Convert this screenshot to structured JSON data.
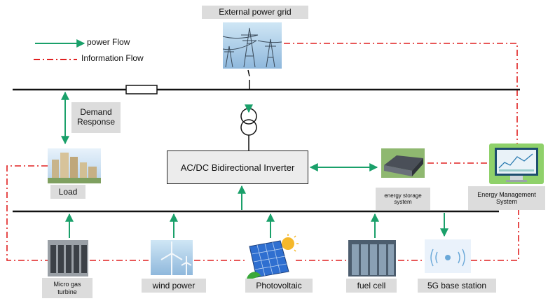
{
  "legend": {
    "power_flow": "power Flow",
    "information_flow": "Information Flow"
  },
  "grid": {
    "label": "External power grid"
  },
  "demand_response": {
    "line1": "Demand",
    "line2": "Response"
  },
  "load": {
    "label": "Load"
  },
  "inverter": {
    "label": "AC/DC Bidirectional Inverter"
  },
  "storage": {
    "line1": "energy storage",
    "line2": "system"
  },
  "ems": {
    "line1": "Energy Management",
    "line2": "System"
  },
  "sources": {
    "micro_gas": {
      "line1": "Micro gas",
      "line2": "turbine"
    },
    "wind": {
      "label": "wind power"
    },
    "pv": {
      "label": "Photovoltaic"
    },
    "fuel_cell": {
      "label": "fuel cell"
    },
    "base_station": {
      "label": "5G base station"
    }
  },
  "colors": {
    "power_flow": "#1aa06a",
    "information_flow": "#e02020",
    "bus": "#111111"
  }
}
